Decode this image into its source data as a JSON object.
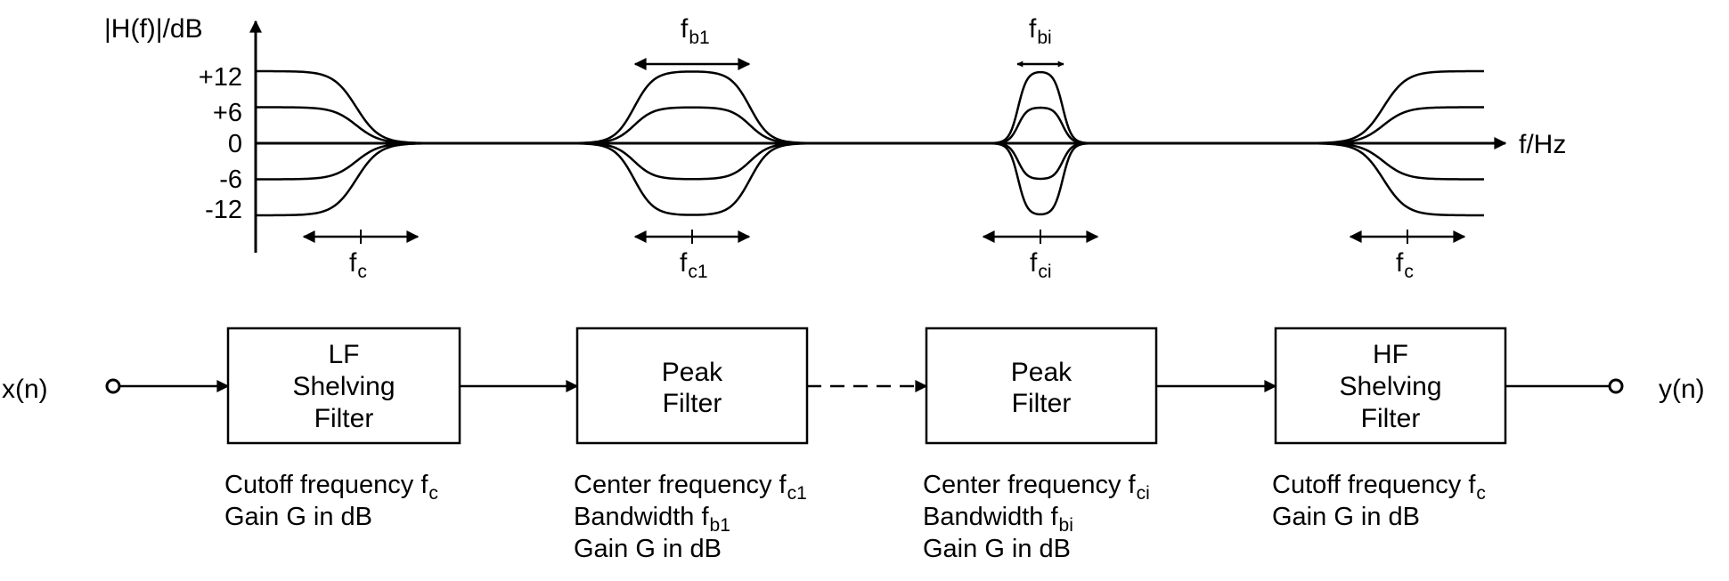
{
  "plot": {
    "y_axis_label": "|H(f)|/dB",
    "x_axis_label": "f/Hz",
    "y_ticks": [
      "+12",
      "+6",
      "0",
      "-6",
      "-12"
    ],
    "gain_levels_db": [
      12,
      6,
      0,
      -6,
      -12
    ],
    "annotations": {
      "lf_cutoff": {
        "base": "f",
        "sub": "c"
      },
      "peak1_center": {
        "base": "f",
        "sub": "c1"
      },
      "peak1_bandwidth": {
        "base": "f",
        "sub": "b1"
      },
      "peaki_center": {
        "base": "f",
        "sub": "ci"
      },
      "peaki_bandwidth": {
        "base": "f",
        "sub": "bi"
      },
      "hf_cutoff": {
        "base": "f",
        "sub": "c"
      }
    }
  },
  "chain": {
    "input_label": "x(n)",
    "output_label": "y(n)",
    "blocks": [
      {
        "lines": [
          "LF",
          "Shelving",
          "Filter"
        ]
      },
      {
        "lines": [
          "Peak",
          "Filter"
        ]
      },
      {
        "lines": [
          "Peak",
          "Filter"
        ]
      },
      {
        "lines": [
          "HF",
          "Shelving",
          "Filter"
        ]
      }
    ],
    "descriptions": [
      [
        {
          "text": "Cutoff frequency f",
          "sub": "c"
        },
        {
          "text": "Gain G in dB",
          "sub": ""
        }
      ],
      [
        {
          "text": "Center frequency f",
          "sub": "c1"
        },
        {
          "text": "Bandwidth f",
          "sub": "b1"
        },
        {
          "text": "Gain G in dB",
          "sub": ""
        }
      ],
      [
        {
          "text": "Center frequency f",
          "sub": "ci"
        },
        {
          "text": "Bandwidth f",
          "sub": "bi"
        },
        {
          "text": "Gain G in dB",
          "sub": ""
        }
      ],
      [
        {
          "text": "Cutoff frequency f",
          "sub": "c"
        },
        {
          "text": "Gain G in dB",
          "sub": ""
        }
      ]
    ]
  }
}
